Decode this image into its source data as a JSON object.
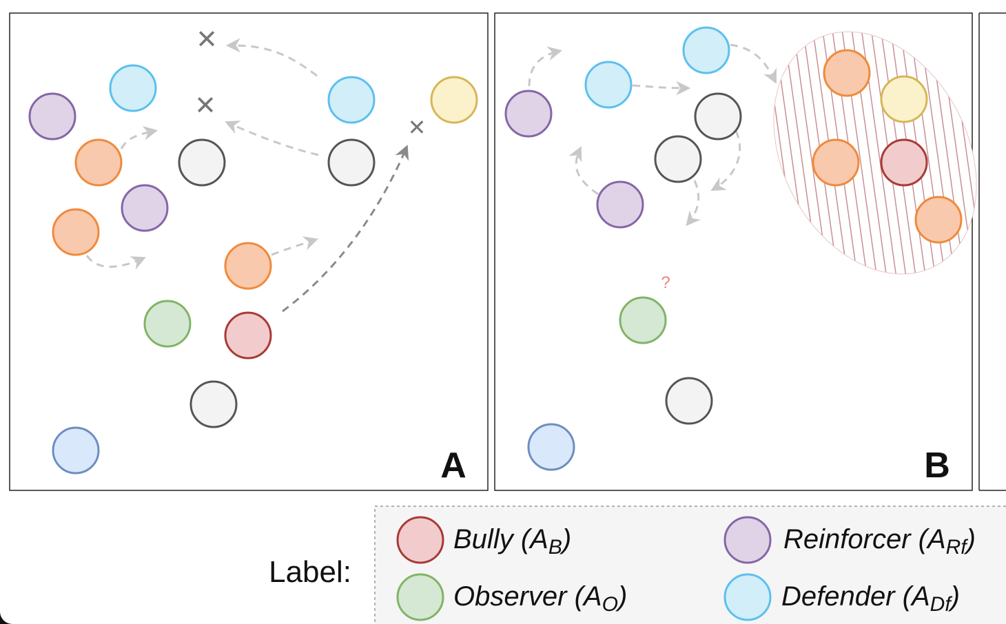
{
  "colors": {
    "bully": {
      "fill": "#f2cccc",
      "stroke": "#a83a36"
    },
    "reinforcer": {
      "fill": "#e0d3e8",
      "stroke": "#8466a6"
    },
    "observer": {
      "fill": "#d5e8d4",
      "stroke": "#82b366"
    },
    "defender": {
      "fill": "#d2eef9",
      "stroke": "#5bc0ee"
    },
    "assistant": {
      "fill": "#f8c9ad",
      "stroke": "#f08a3c"
    },
    "reporter": {
      "fill": "#fbf2cc",
      "stroke": "#d6b656"
    },
    "neutral": {
      "fill": "#f3f3f3",
      "stroke": "#555555"
    },
    "victim": {
      "fill": "#dae8fc",
      "stroke": "#6c8ebf"
    },
    "arrow_light": "#c8c8c8",
    "arrow_dark": "#8a8a8a",
    "cross": "#777777",
    "hatch": "#c98f94",
    "question": "#f08080"
  },
  "panels": [
    {
      "letter": "A"
    },
    {
      "letter": "B"
    }
  ],
  "question_mark": "?",
  "cross_glyph": "✕",
  "legend": {
    "title": "Label:",
    "items": [
      {
        "role": "bully",
        "name": "Bully (A",
        "sub": "B",
        "close": ")"
      },
      {
        "role": "reinforcer",
        "name": "Reinforcer (A",
        "sub": "Rf",
        "close": ")"
      },
      {
        "role": "observer",
        "name": "Observer (A",
        "sub": "O",
        "close": ")"
      },
      {
        "role": "defender",
        "name": "Defender (A",
        "sub": "Df",
        "close": ")"
      }
    ]
  }
}
